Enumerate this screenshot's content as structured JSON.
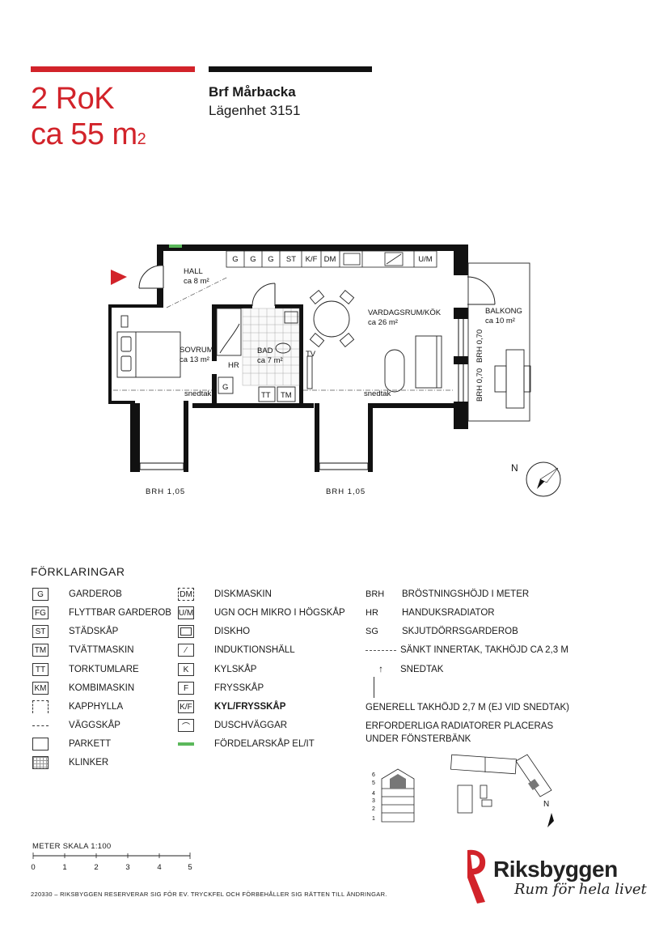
{
  "header": {
    "rooms": "2 RoK",
    "area": "ca 55 m",
    "area_sup": "2",
    "brf": "Brf Mårbacka",
    "apartment": "Lägenhet 3151"
  },
  "plan": {
    "rooms": [
      {
        "name": "HALL",
        "area": "ca 8 m²"
      },
      {
        "name": "SOVRUM",
        "area": "ca 13 m²"
      },
      {
        "name": "BAD",
        "area": "ca 7 m²"
      },
      {
        "name": "VARDAGSRUM/KÖK",
        "area": "ca 26 m²"
      },
      {
        "name": "BALKONG",
        "area": "ca 10 m²"
      }
    ],
    "cabinets": [
      "G",
      "G",
      "G",
      "ST",
      "K/F",
      "DM",
      "U/M"
    ],
    "labels": {
      "hr": "HR",
      "g_small": "G",
      "tt": "TT",
      "tm": "TM",
      "tv": "TV",
      "snedtak": "snedtak",
      "brh_105": "BRH 1,05",
      "brh_070": "BRH 0,70",
      "compass_n": "N"
    }
  },
  "legend": {
    "title": "FÖRKLARINGAR",
    "col1": [
      {
        "sym": "G",
        "text": "GARDEROB"
      },
      {
        "sym": "FG",
        "text": "FLYTTBAR GARDEROB"
      },
      {
        "sym": "ST",
        "text": "STÄDSKÅP"
      },
      {
        "sym": "TM",
        "text": "TVÄTTMASKIN"
      },
      {
        "sym": "TT",
        "text": "TORKTUMLARE"
      },
      {
        "sym": "KM",
        "text": "KOMBIMASKIN"
      },
      {
        "sym": "",
        "text": "KAPPHYLLA"
      },
      {
        "sym": "",
        "text": "VÄGGSKÅP"
      },
      {
        "sym": "",
        "text": "PARKETT"
      },
      {
        "sym": "",
        "text": "KLINKER"
      }
    ],
    "col2": [
      {
        "sym": "DM",
        "text": "DISKMASKIN"
      },
      {
        "sym": "U/M",
        "text": "UGN OCH MIKRO  I HÖGSKÅP"
      },
      {
        "sym": "",
        "text": "DISKHO"
      },
      {
        "sym": "",
        "text": "INDUKTIONSHÄLL"
      },
      {
        "sym": "K",
        "text": "KYLSKÅP"
      },
      {
        "sym": "F",
        "text": "FRYSSKÅP"
      },
      {
        "sym": "K/F",
        "text": "KYL/FRYSSKÅP"
      },
      {
        "sym": "",
        "text": "DUSCHVÄGGAR"
      },
      {
        "sym": "",
        "text": "FÖRDELARSKÅP EL/IT"
      }
    ],
    "col3": [
      {
        "sym": "BRH",
        "text": "BRÖSTNINGSHÖJD I METER"
      },
      {
        "sym": "HR",
        "text": "HANDUKSRADIATOR"
      },
      {
        "sym": "SG",
        "text": "SKJUTDÖRRSGARDEROB"
      },
      {
        "sym": "",
        "text": "SÄNKT INNERTAK, TAKHÖJD CA 2,3 M"
      },
      {
        "sym": "",
        "text": "SNEDTAK"
      }
    ],
    "notes": [
      "GENERELL TAKHÖJD 2,7 M (EJ VID SNEDTAK)",
      "ERFORDERLIGA RADIATORER PLACERAS",
      "UNDER FÖNSTERBÄNK"
    ],
    "floors": [
      "6",
      "5",
      "4",
      "3",
      "2",
      "1"
    ],
    "site_n": "N"
  },
  "scale": {
    "label": "METER  SKALA 1:100",
    "ticks": [
      "0",
      "1",
      "2",
      "3",
      "4",
      "5"
    ]
  },
  "footer": "220330 – RIKSBYGGEN RESERVERAR SIG FÖR EV. TRYCKFEL OCH FÖRBEHÅLLER SIG RÄTTEN TILL ÄNDRINGAR.",
  "logo": {
    "name": "Riksbyggen",
    "tagline": "Rum för hela livet",
    "color": "#d2232a"
  }
}
